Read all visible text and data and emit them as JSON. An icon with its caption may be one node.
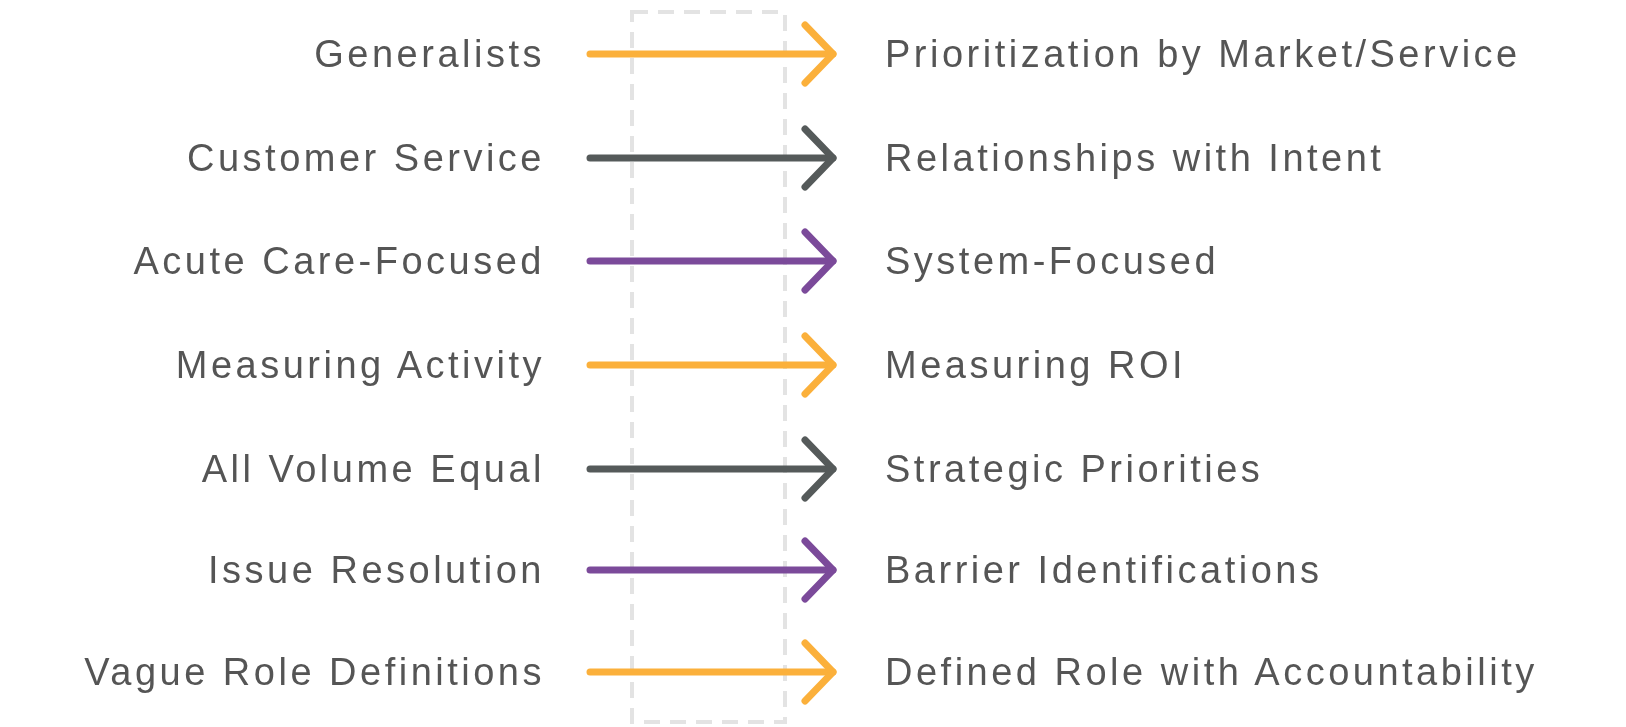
{
  "diagram": {
    "nodes": [
      {
        "text": [
          "Generalists"
        ]
      },
      {
        "text": [
          "Prioritization by Market/Service"
        ]
      },
      {
        "text": [
          "Customer Service"
        ]
      },
      {
        "text": [
          "Relationships with Intent"
        ]
      },
      {
        "text": [
          "Acute Care-Focused"
        ]
      },
      {
        "text": [
          "System-Focused"
        ]
      },
      {
        "text": [
          "Measuring Activity"
        ]
      },
      {
        "text": [
          "Measuring ROI"
        ]
      },
      {
        "text": [
          "All Volume Equal"
        ]
      },
      {
        "text": [
          "Strategic Priorities"
        ]
      },
      {
        "text": [
          "Issue Resolution"
        ]
      },
      {
        "text": [
          "Barrier Identifications"
        ]
      },
      {
        "text": [
          "Vague Role Definitions"
        ]
      },
      {
        "text": [
          "Defined Role with Accountability"
        ]
      }
    ],
    "edges": [
      {
        "from": 0,
        "to": 1,
        "arrow": "to"
      },
      {
        "from": 2,
        "to": 3,
        "arrow": "to",
        "color": "#555a5a"
      },
      {
        "from": 4,
        "to": 5,
        "arrow": "to",
        "color": "#7b4a9a"
      },
      {
        "from": 6,
        "to": 7,
        "arrow": "to"
      },
      {
        "from": 8,
        "to": 9,
        "arrow": "to",
        "color": "#555a5a"
      },
      {
        "from": 10,
        "to": 11,
        "arrow": "to",
        "color": "#7b4a9a"
      },
      {
        "from": 12,
        "to": 13,
        "arrow": "to"
      }
    ]
  }
}
